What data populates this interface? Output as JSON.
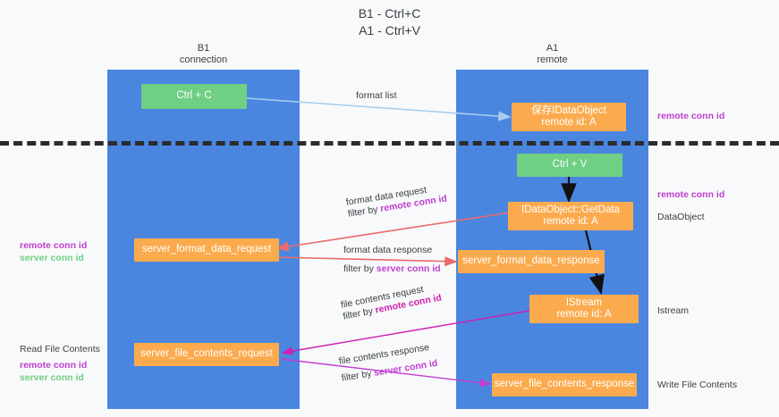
{
  "title": {
    "line1": "B1 - Ctrl+C",
    "line2": "A1 - Ctrl+V"
  },
  "lanes": [
    {
      "id": "b1",
      "name": "B1",
      "role": "connection",
      "color": "#4a86e0"
    },
    {
      "id": "a1",
      "name": "A1",
      "role": "remote",
      "color": "#4a86e0"
    }
  ],
  "nodes": {
    "ctrl_c": {
      "label": "Ctrl + C",
      "color": "#6fcf83"
    },
    "save_idataobject": {
      "line1": "保存IDataObject",
      "line2": "remote id: A",
      "color": "#fbab4e"
    },
    "ctrl_v": {
      "label": "Ctrl + V",
      "color": "#6fcf83"
    },
    "getdata": {
      "line1": "IDataObject::GetData",
      "line2": "remote id: A",
      "color": "#fbab4e"
    },
    "server_format_data_request": {
      "label": "server_format_data_request",
      "color": "#fbab4e"
    },
    "server_format_data_response": {
      "label": "server_format_data_response",
      "color": "#fbab4e"
    },
    "istream": {
      "line1": "IStream",
      "line2": "remote id: A",
      "color": "#fbab4e"
    },
    "server_file_contents_request": {
      "label": "server_file_contents_request",
      "color": "#fbab4e"
    },
    "server_file_contents_response": {
      "label": "server_file_contents_response",
      "color": "#fbab4e"
    }
  },
  "edges": {
    "format_list": {
      "label": "format list",
      "color": "#a8cdf0"
    },
    "format_data_request": {
      "line1": "format data request",
      "line2_prefix": "filter by ",
      "line2_accent": "remote conn id",
      "color": "#ea6b6b"
    },
    "format_data_response": {
      "line1": "format data response",
      "line2_prefix": "filter by ",
      "line2_accent": "server conn id",
      "color": "#ea6b6b"
    },
    "file_contents_request": {
      "line1": "file contents request",
      "line2_prefix": "filter by ",
      "line2_accent": "remote conn id",
      "color": "#d020b0"
    },
    "file_contents_response": {
      "line1": "file contents response",
      "line2_prefix": "filter by ",
      "line2_accent": "server conn id",
      "color": "#c03fd0"
    }
  },
  "annotations": {
    "right_remote_conn_id_top": "remote conn id",
    "right_remote_conn_id_mid": "remote conn id",
    "right_dataobject": "DataObject",
    "right_istream": "Istream",
    "right_write_file_contents": "Write File Contents",
    "left_remote_conn_id": "remote conn id",
    "left_server_conn_id": "server conn id",
    "left_read_file_contents": "Read File Contents",
    "left_remote_conn_id_2": "remote conn id",
    "left_server_conn_id_2": "server conn id"
  },
  "colors": {
    "lane": "#4a86e0",
    "green": "#6fcf83",
    "orange": "#fbab4e",
    "purple": "#c03fd0",
    "magenta": "#d020b0",
    "red": "#ea6b6b",
    "lightblue": "#a8cdf0",
    "divider": "#2b2b2b",
    "background": "#f8f9fa"
  }
}
